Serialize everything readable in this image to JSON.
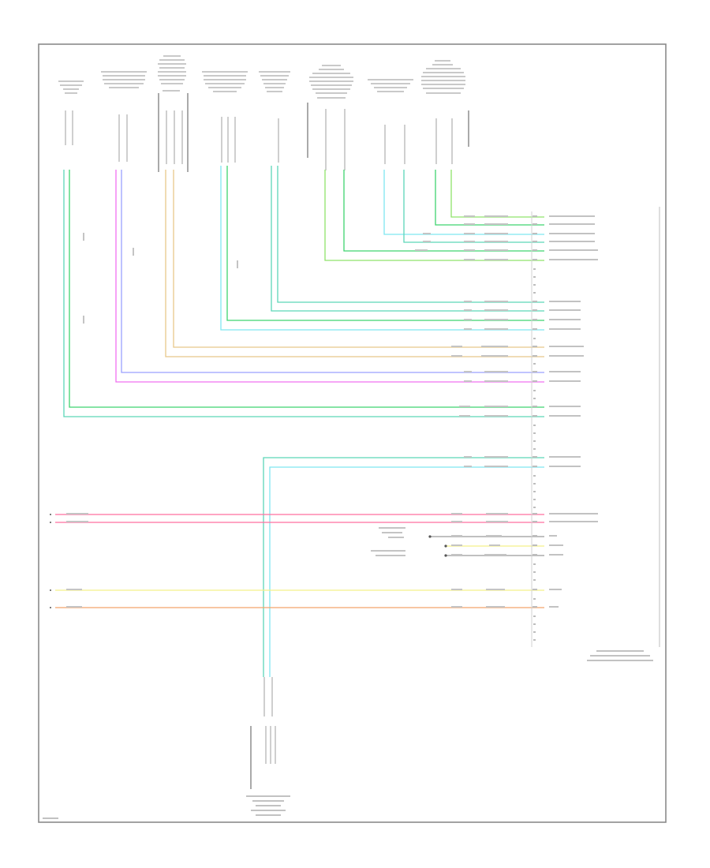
{
  "diagram": {
    "footer_code": "",
    "module_title": "",
    "bottom_component": "",
    "components": [
      {
        "id": "c1",
        "label": ""
      },
      {
        "id": "c2",
        "label": ""
      },
      {
        "id": "c3",
        "label": ""
      },
      {
        "id": "c4",
        "label": ""
      },
      {
        "id": "c5",
        "label": ""
      },
      {
        "id": "c6",
        "label": ""
      },
      {
        "id": "c7",
        "label": ""
      },
      {
        "id": "c8",
        "label": ""
      }
    ],
    "wire_colors": {
      "lime": "#8fe36a",
      "green": "#3fd46f",
      "teal": "#5cd6b8",
      "cyan": "#7fe6f0",
      "tan": "#e8c88a",
      "violet": "#9aa0ff",
      "magenta": "#f070f0",
      "pink": "#ff6f9f",
      "yellow": "#f4f08a",
      "orange": "#f4a46a",
      "gray": "#9a9a9a"
    },
    "wires": [
      {
        "id": "w1",
        "color": "lime"
      },
      {
        "id": "w2",
        "color": "green"
      },
      {
        "id": "w3",
        "color": "cyan"
      },
      {
        "id": "w4",
        "color": "teal"
      },
      {
        "id": "w5",
        "color": "green"
      },
      {
        "id": "w6",
        "color": "lime"
      },
      {
        "id": "w7",
        "color": "teal"
      },
      {
        "id": "w8",
        "color": "teal"
      },
      {
        "id": "w9",
        "color": "green"
      },
      {
        "id": "w10",
        "color": "cyan"
      },
      {
        "id": "w11",
        "color": "tan"
      },
      {
        "id": "w12",
        "color": "tan"
      },
      {
        "id": "w13",
        "color": "violet"
      },
      {
        "id": "w14",
        "color": "magenta"
      },
      {
        "id": "w15",
        "color": "green"
      },
      {
        "id": "w16",
        "color": "teal"
      },
      {
        "id": "w17",
        "color": "teal"
      },
      {
        "id": "w18",
        "color": "cyan"
      },
      {
        "id": "w19",
        "color": "pink"
      },
      {
        "id": "w20",
        "color": "pink"
      },
      {
        "id": "w21",
        "color": "gray"
      },
      {
        "id": "w22",
        "color": "yellow"
      },
      {
        "id": "w23",
        "color": "gray"
      },
      {
        "id": "w24",
        "color": "yellow"
      },
      {
        "id": "w25",
        "color": "orange"
      }
    ]
  }
}
